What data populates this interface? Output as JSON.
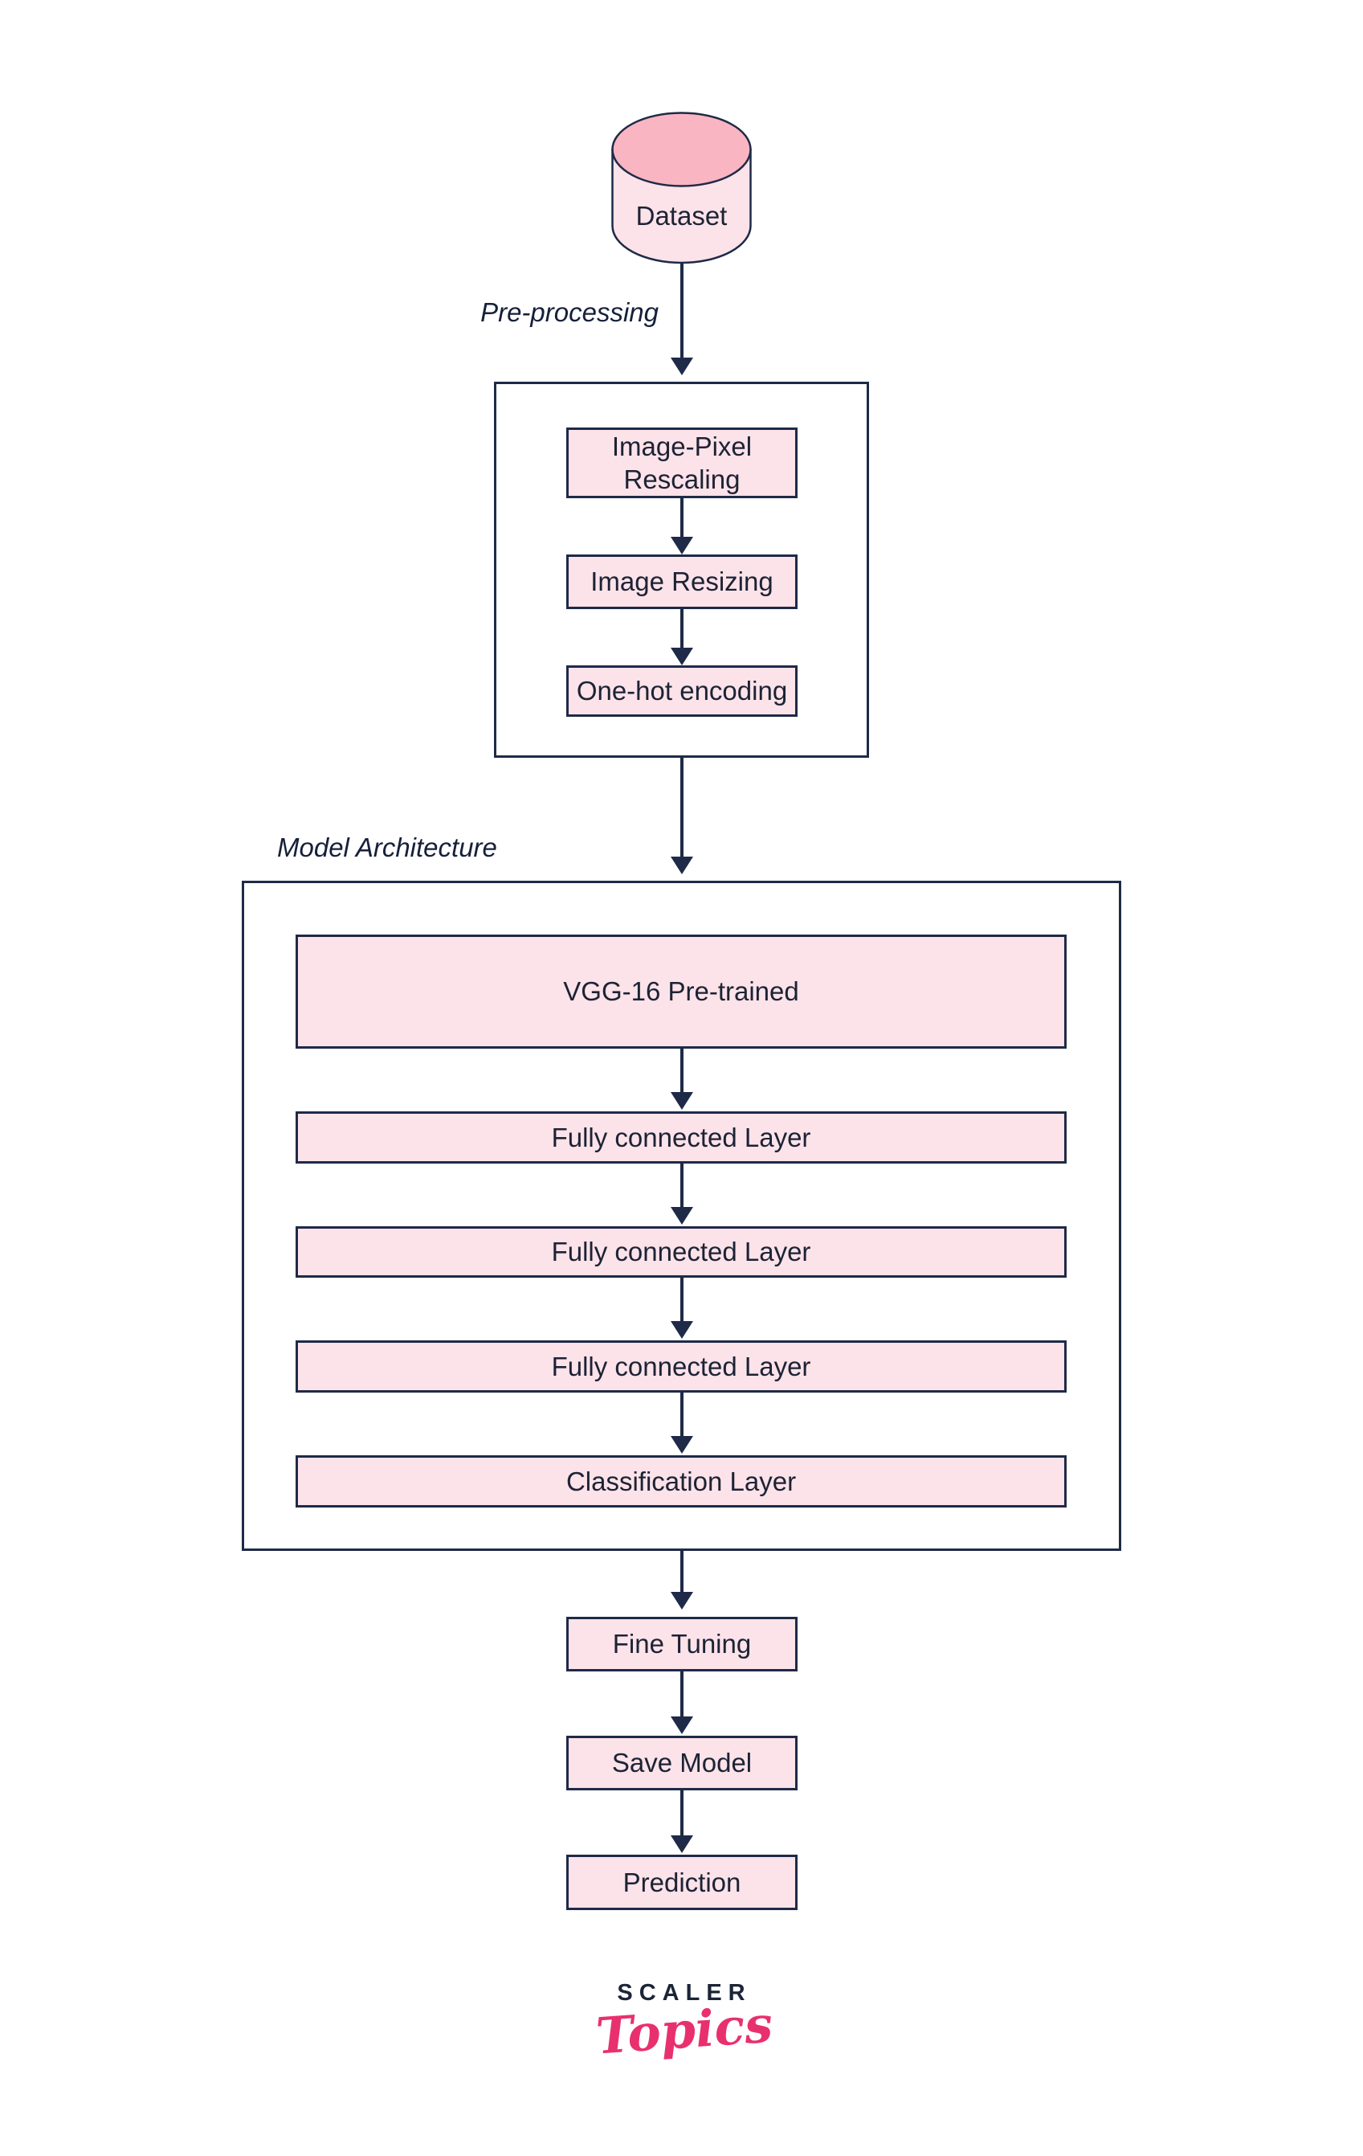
{
  "colors": {
    "outline_navy": "#1e2a47",
    "box_fill_pink": "#fce2e9",
    "cylinder_top_pink": "#f9b5c1",
    "text_dark": "#1c2334",
    "logo_pink": "#e8306f",
    "logo_navy": "#1b2438",
    "background": "#ffffff"
  },
  "diagram": {
    "dataset_label": "Dataset",
    "edge_labels": {
      "preprocessing": "Pre-processing",
      "model_architecture": "Model Architecture"
    },
    "preprocessing_steps": [
      "Image-Pixel Rescaling",
      "Image Resizing",
      "One-hot encoding"
    ],
    "model_layers": [
      "VGG-16 Pre-trained",
      "Fully connected Layer",
      "Fully connected Layer",
      "Fully connected Layer",
      "Classification Layer"
    ],
    "post_steps": [
      "Fine Tuning",
      "Save Model",
      "Prediction"
    ]
  },
  "branding": {
    "wordmark_top": "SCALER",
    "wordmark_bottom": "Topics"
  }
}
